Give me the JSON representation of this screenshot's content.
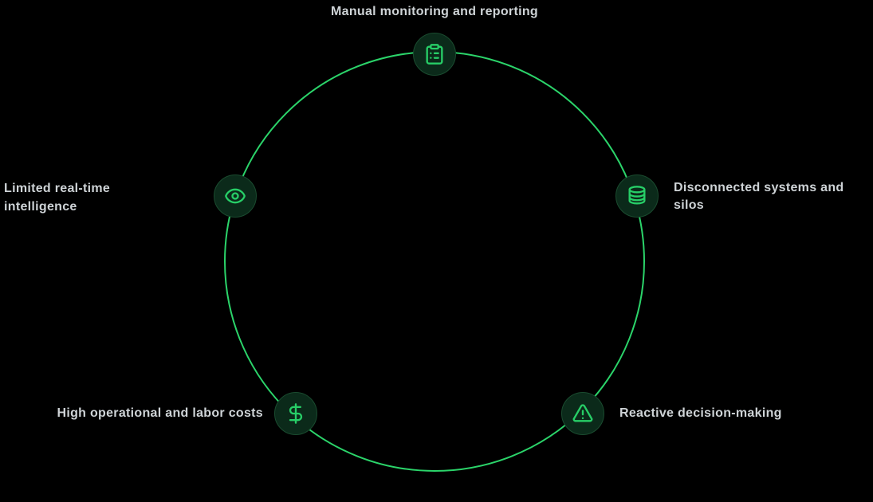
{
  "diagram": {
    "type": "cycle-infographic",
    "nodes": [
      {
        "id": "manual-monitoring",
        "icon": "clipboard-list-icon",
        "lines": [
          "Manual monitoring and reporting"
        ]
      },
      {
        "id": "disconnected-systems",
        "icon": "database-icon",
        "lines": [
          "Disconnected systems and",
          "silos"
        ]
      },
      {
        "id": "reactive-decisions",
        "icon": "alert-triangle-icon",
        "lines": [
          "Reactive decision-making"
        ]
      },
      {
        "id": "high-costs",
        "icon": "dollar-sign-icon",
        "lines": [
          "High operational and labor costs"
        ]
      },
      {
        "id": "limited-intelligence",
        "icon": "eye-icon",
        "lines": [
          "Limited real-time",
          "intelligence"
        ]
      }
    ],
    "colors": {
      "background": "#000000",
      "ring_stroke": "#2bd46a",
      "icon_stroke": "#27ce67",
      "badge_fill": "#0b2a1a",
      "badge_border": "#1a4b2f",
      "label_text": "#ced3d6"
    }
  }
}
